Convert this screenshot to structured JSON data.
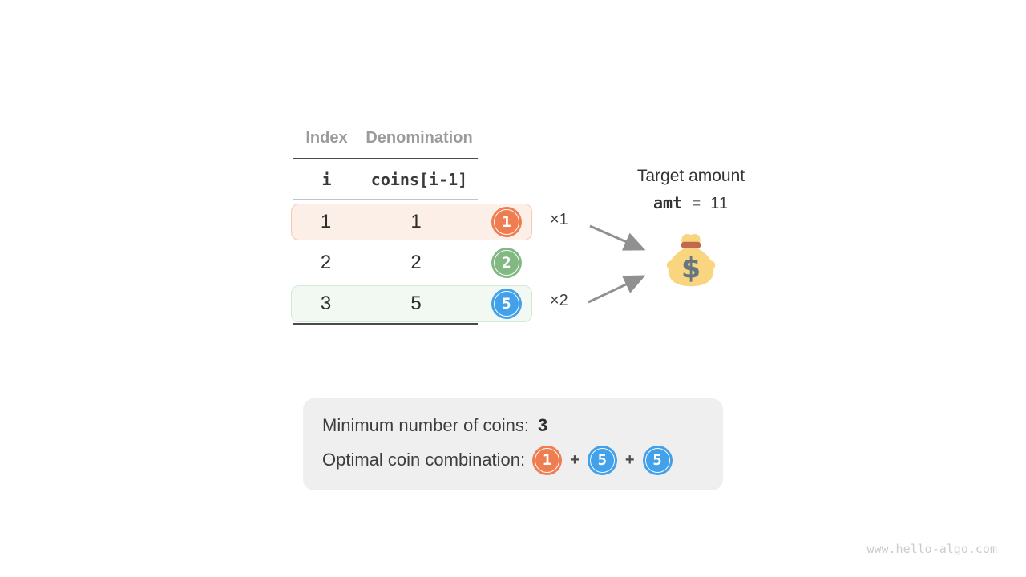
{
  "page": {
    "watermark": "www.hello-algo.com",
    "background_color": "#ffffff"
  },
  "colors": {
    "coin_orange": "#ee7e51",
    "coin_green": "#82b882",
    "coin_blue": "#42a1e9",
    "row1_highlight_bg": "#fcefe7",
    "row1_highlight_border": "#f5cbb0",
    "row3_highlight_bg": "#f2f8f2",
    "row3_highlight_border": "#d5e8d7",
    "header_gray": "#9b9b9b",
    "arrow_gray": "#909090",
    "summary_box_bg": "#efefef",
    "money_bag_body": "#f8d57e",
    "money_bag_band": "#c1694f",
    "money_bag_dollar": "#66757f"
  },
  "table": {
    "header": {
      "col1": "Index",
      "col2": "Denomination"
    },
    "code_header": {
      "col1": "i",
      "col2": "coins[i-1]"
    },
    "rows": [
      {
        "index": "1",
        "denomination": "1",
        "coin": "1",
        "coin_color": "#ee7e51",
        "highlight": "orange",
        "multiplier": "×1"
      },
      {
        "index": "2",
        "denomination": "2",
        "coin": "2",
        "coin_color": "#82b882",
        "highlight": "none",
        "multiplier": ""
      },
      {
        "index": "3",
        "denomination": "5",
        "coin": "5",
        "coin_color": "#42a1e9",
        "highlight": "green",
        "multiplier": "×2"
      }
    ]
  },
  "target": {
    "label": "Target amount",
    "var": "amt",
    "equals": "=",
    "value": "11"
  },
  "summary": {
    "min_label": "Minimum number of coins:",
    "min_value": "3",
    "combo_label": "Optimal coin combination:",
    "plus": "+",
    "coins": [
      {
        "value": "1",
        "color": "#ee7e51"
      },
      {
        "value": "5",
        "color": "#42a1e9"
      },
      {
        "value": "5",
        "color": "#42a1e9"
      }
    ]
  }
}
